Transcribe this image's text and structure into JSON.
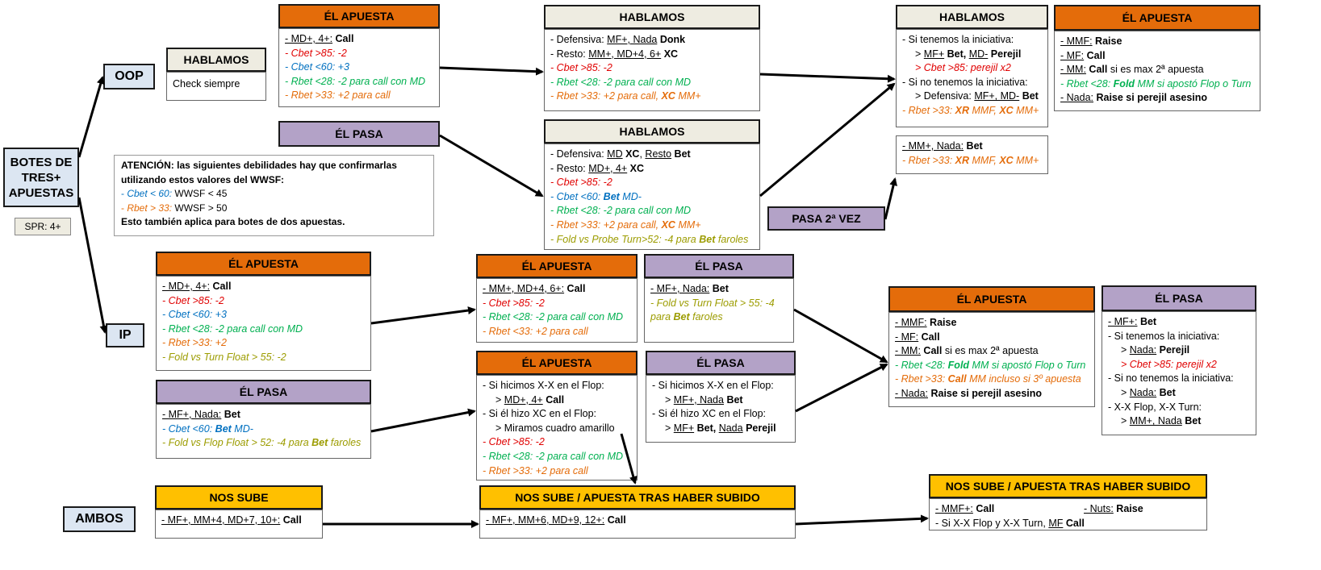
{
  "labels": {
    "root": "BOTES DE TRES+ APUESTAS",
    "spr": "SPR: 4+",
    "oop": "OOP",
    "ip": "IP",
    "ambos": "AMBOS",
    "pasa2": "PASA 2ª VEZ"
  },
  "note": {
    "l1": "ATENCIÓN: las siguientes debilidades hay que confirmarlas",
    "l2": "utilizando estos valores del WWSF:",
    "l3a": "- ",
    "l3b": "Cbet < 60:",
    "l3c": " WWSF < 45",
    "l4a": "- ",
    "l4b": "Rbet > 33:",
    "l4c": " WWSF > 50",
    "l5": "Esto también aplica para botes de dos apuestas."
  },
  "oop_hablamos": {
    "title": "HABLAMOS",
    "line1": "Check siempre"
  },
  "oop_apuesta": {
    "title": "ÉL  APUESTA",
    "l1k": "- MD+, 4+:",
    "l1v": " Call",
    "l2": "- Cbet >85: -2",
    "l3": "- Cbet <60: +3",
    "l4": "- Rbet <28: -2 para call con MD",
    "l5": "- Rbet >33: +2 para call"
  },
  "oop_pasa": {
    "title": "ÉL  PASA"
  },
  "hab_t1": {
    "title": "HABLAMOS",
    "l1a": "- Defensiva: ",
    "l1k": "MF+, Nada",
    "l1v": " Donk",
    "l2a": "- Resto: ",
    "l2k": "MM+, MD+4, 6+",
    "l2v": " XC",
    "l3": "- Cbet >85: -2",
    "l4": "- Rbet <28: -2 para call con MD",
    "l5a": "- Rbet >33: +2 para call, ",
    "l5b": "XC",
    "l5c": " MM+"
  },
  "hab_t2": {
    "title": "HABLAMOS",
    "l1a": "- Defensiva: ",
    "l1k": "MD",
    "l1v": " XC",
    "l1sep": ", ",
    "l1k2": "Resto",
    "l1v2": " Bet",
    "l2a": "- Resto: ",
    "l2k": "MD+, 4+",
    "l2v": " XC",
    "l3": "- Cbet >85: -2",
    "l4a": "- Cbet <60: ",
    "l4b": "Bet",
    "l4c": " MD-",
    "l5": "- Rbet <28: -2 para call con MD",
    "l6a": "- Rbet >33: +2 para call, ",
    "l6b": "XC",
    "l6c": " MM+",
    "l7a": "- Fold vs Probe Turn>52: -4 para ",
    "l7b": "Bet",
    "l7c": " faroles"
  },
  "hab_r1": {
    "title": "HABLAMOS",
    "l1": "- Si tenemos la iniciativa:",
    "l2a": "> ",
    "l2k": "MF+",
    "l2v": " Bet, ",
    "l2k2": "MD-",
    "l2v2": " Perejil",
    "l3": "> Cbet >85: perejil x2",
    "l4": "- Si no tenemos la iniciativa:",
    "l5a": "> Defensiva: ",
    "l5k": "MF+, MD-",
    "l5v": " Bet",
    "l6a": "- Rbet >33: ",
    "l6b": "XR",
    "l6c": " MMF, ",
    "l6d": "XC",
    "l6e": " MM+"
  },
  "pasa2_box": {
    "l1k": "- MM+, Nada:",
    "l1v": " Bet",
    "l2a": "- Rbet >33: ",
    "l2b": "XR",
    "l2c": " MMF, ",
    "l2d": "XC",
    "l2e": " MM+"
  },
  "apuesta_r1": {
    "title": "ÉL  APUESTA",
    "l1k": "- MMF:",
    "l1v": " Raise",
    "l2k": "- MF:",
    "l2v": " Call",
    "l3k": "- MM:",
    "l3v": " Call",
    "l3w": " si es max 2ª apuesta",
    "l4a": "- Rbet <28: ",
    "l4b": "Fold",
    "l4c": " MM si apostó Flop o Turn",
    "l5k": "- Nada:",
    "l5v": " Raise si perejil asesino"
  },
  "ip_apuesta": {
    "title": "ÉL  APUESTA",
    "l1k": "- MD+, 4+:",
    "l1v": " Call",
    "l2": "- Cbet >85: -2",
    "l3": "- Cbet <60: +3",
    "l4": "- Rbet <28: -2 para call con MD",
    "l5": "- Rbet >33: +2",
    "l6": "- Fold vs Turn Float > 55: -2"
  },
  "ip_pasa": {
    "title": "ÉL  PASA",
    "l1k": "- MF+, Nada:",
    "l1v": " Bet",
    "l2a": "- Cbet <60: ",
    "l2b": "Bet",
    "l2c": " MD-",
    "l3a": "- Fold vs Flop Float > 52: -4 para ",
    "l3b": "Bet",
    "l3c": " faroles"
  },
  "ip_t1_apuesta": {
    "title": "ÉL  APUESTA",
    "l1k": "- MM+, MD+4, 6+:",
    "l1v": " Call",
    "l2": "- Cbet >85: -2",
    "l3": "- Rbet <28: -2 para call con MD",
    "l4": "- Rbet <33: +2 para call"
  },
  "ip_t1_pasa": {
    "title": "ÉL  PASA",
    "l1k": "- MF+, Nada:",
    "l1v": " Bet",
    "l2": "- Fold vs Turn Float > 55: -4",
    "l3a": "para ",
    "l3b": "Bet",
    "l3c": " faroles"
  },
  "ip_t2_apuesta": {
    "title": "ÉL  APUESTA",
    "l1": "- Si hicimos X-X en el Flop:",
    "l2a": "> ",
    "l2k": "MD+, 4+",
    "l2v": " Call",
    "l3": "- Si él hizo XC en el Flop:",
    "l4": "> Miramos cuadro amarillo",
    "l5": "- Cbet >85: -2",
    "l6": "- Rbet <28: -2 para call con MD",
    "l7": "- Rbet >33: +2 para call"
  },
  "ip_t2_pasa": {
    "title": "ÉL  PASA",
    "l1": "- Si hicimos X-X en el Flop:",
    "l2a": "> ",
    "l2k": "MF+, Nada",
    "l2v": " Bet",
    "l3": "- Si él hizo XC en el Flop:",
    "l4a": "> ",
    "l4k": "MF+",
    "l4v": " Bet, ",
    "l4k2": "Nada",
    "l4v2": " Perejil"
  },
  "ip_r_apuesta": {
    "title": "ÉL  APUESTA",
    "l1k": "- MMF:",
    "l1v": " Raise",
    "l2k": "- MF:",
    "l2v": " Call",
    "l3k": "- MM:",
    "l3v": " Call",
    "l3w": " si es max 2ª apuesta",
    "l4a": "- Rbet <28: ",
    "l4b": "Fold",
    "l4c": " MM si apostó Flop o Turn",
    "l5a": "- Rbet >33: ",
    "l5b": "Call",
    "l5c": " MM incluso si 3º apuesta",
    "l6k": "- Nada:",
    "l6v": " Raise si perejil asesino"
  },
  "ip_r_pasa": {
    "title": "ÉL  PASA",
    "l1k": "- MF+:",
    "l1v": " Bet",
    "l2": "- Si tenemos la iniciativa:",
    "l3a": "> ",
    "l3k": "Nada:",
    "l3v": " Perejil",
    "l4": "> Cbet >85: perejil x2",
    "l5": "- Si no tenemos la iniciativa:",
    "l6a": "> ",
    "l6k": "Nada:",
    "l6v": " Bet",
    "l7": "- X-X Flop, X-X Turn:",
    "l8a": "> ",
    "l8k": "MM+,  Nada",
    "l8v": " Bet"
  },
  "ambos_1": {
    "title": "NOS SUBE",
    "l1k": "- MF+, MM+4, MD+7, 10+:",
    "l1v": " Call"
  },
  "ambos_2": {
    "title": "NOS SUBE / APUESTA TRAS HABER SUBIDO",
    "l1k": "- MF+, MM+6, MD+9, 12+:",
    "l1v": " Call"
  },
  "ambos_3": {
    "title": "NOS SUBE / APUESTA TRAS HABER SUBIDO",
    "l1k": "- MMF+:",
    "l1v": " Call",
    "l1k2": "- Nuts:",
    "l1v2": " Raise",
    "l2a": "- Si X-X Flop y X-X Turn, ",
    "l2k": "MF",
    "l2v": " Call"
  },
  "colors": {
    "orange": "#E46C0A",
    "purple": "#B3A2C7",
    "cream": "#EEECE1",
    "yellow": "#FFC000",
    "label": "#DCE6F2"
  }
}
